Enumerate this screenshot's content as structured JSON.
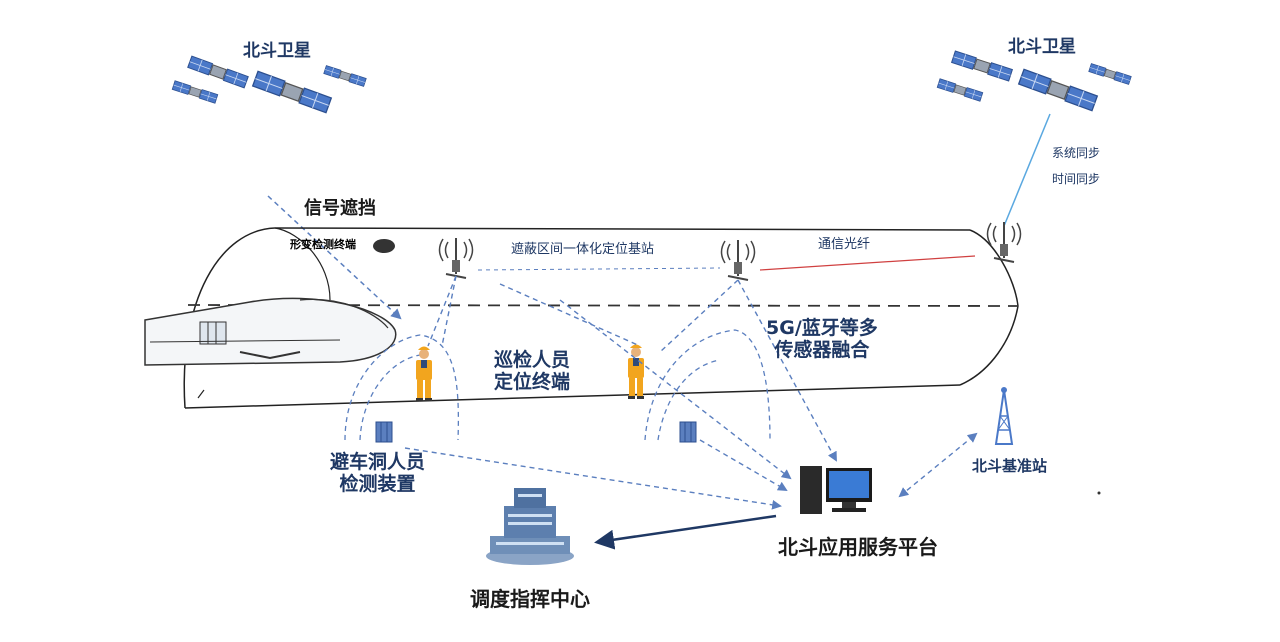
{
  "labels": {
    "satellite_left": "北斗卫星",
    "satellite_right": "北斗卫星",
    "signal_block": "信号遮挡",
    "deform_terminal": "形变检测终端",
    "shield_station": "遮蔽区间一体化定位基站",
    "fiber": "通信光纤",
    "sync_system": "系统同步",
    "sync_time": "时间同步",
    "sensor_fusion_1": "5G/蓝牙等多",
    "sensor_fusion_2": "传感器融合",
    "inspector_1": "巡检人员",
    "inspector_2": "定位终端",
    "refuge_1": "避车洞人员",
    "refuge_2": "检测装置",
    "reference_station": "北斗基准站",
    "platform": "北斗应用服务平台",
    "dispatch": "调度指挥中心"
  },
  "colors": {
    "text": "#1f3864",
    "dash_line": "#5b7fbf",
    "fiber_line": "#d04040",
    "sync_line": "#5aa8e0",
    "tunnel_outline": "#222222",
    "satellite_panel": "#4a78c8",
    "worker_vest": "#f2a51e",
    "building": "#6f8fb8"
  },
  "icons": [
    "satellite-icon",
    "antenna-icon",
    "worker-icon",
    "computer-icon",
    "tower-icon",
    "building-icon",
    "train-icon",
    "sensor-device-icon"
  ]
}
